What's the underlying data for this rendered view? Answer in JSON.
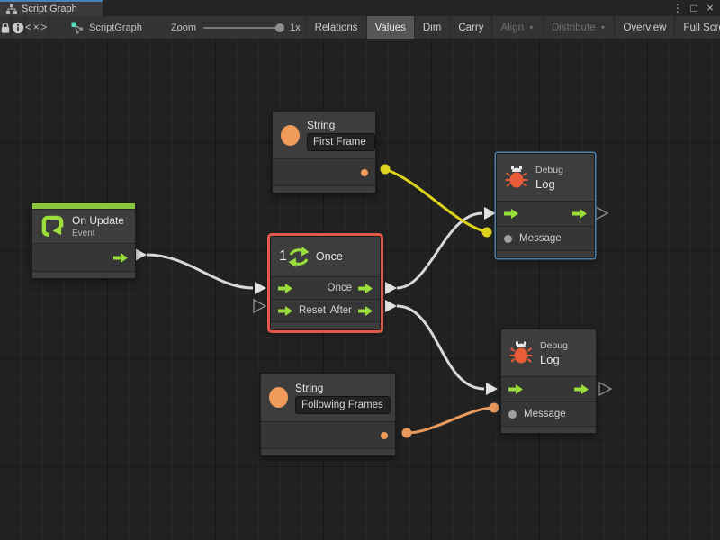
{
  "window": {
    "tab_title": "Script Graph",
    "menu_icon": "⋮",
    "maximize_icon": "□",
    "close_icon": "×"
  },
  "toolbar": {
    "code_toggle_label": "<×>",
    "graph_name": "ScriptGraph",
    "zoom_label": "Zoom",
    "zoom_value": "1x",
    "relations": "Relations",
    "values": "Values",
    "dim": "Dim",
    "carry": "Carry",
    "align": "Align",
    "distribute": "Distribute",
    "overview": "Overview",
    "full_screen": "Full Screen",
    "dropdown_arrow": "▼"
  },
  "graph": {
    "string_first": {
      "title": "String",
      "value": "First Frame"
    },
    "debug_top": {
      "category": "Debug",
      "title": "Log",
      "message_label": "Message"
    },
    "on_update": {
      "title": "On Update",
      "subtitle": "Event"
    },
    "once": {
      "count": "1",
      "title": "Once",
      "out_once_label": "Once",
      "in_reset_label": "Reset",
      "out_after_label": "After"
    },
    "string_following": {
      "title": "String",
      "value": "Following Frames"
    },
    "debug_bottom": {
      "category": "Debug",
      "title": "Log",
      "message_label": "Message"
    }
  },
  "colors": {
    "tab_accent_blue": "#4681b8",
    "selection_red": "#e4594b",
    "selection_blue": "#4d82ae",
    "flow_green": "#9ade3c",
    "event_strip_green": "#8cc63f",
    "value_orange": "#f09b59",
    "bug_orange": "#e85c3a",
    "wire_white": "#d8d8d8",
    "wire_yellow": "#ddd31d",
    "wire_orange": "#e89a5e",
    "canvas_bg": "#212121",
    "node_bg": "#3d3d3d"
  }
}
